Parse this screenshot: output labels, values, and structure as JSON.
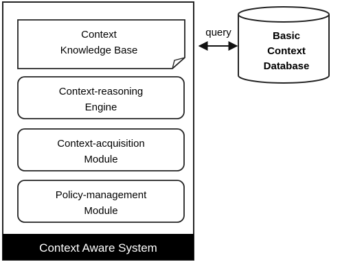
{
  "system": {
    "label": "Context Aware System",
    "modules": {
      "knowledge_base": {
        "line1": "Context",
        "line2": "Knowledge Base"
      },
      "reasoning": {
        "line1": "Context-reasoning",
        "line2": "Engine"
      },
      "acquisition": {
        "line1": "Context-acquisition",
        "line2": "Module"
      },
      "policy": {
        "line1": "Policy-management",
        "line2": "Module"
      }
    }
  },
  "connector": {
    "label": "query"
  },
  "database": {
    "line1": "Basic",
    "line2": "Context",
    "line3": "Database"
  },
  "colors": {
    "ink": "#111111",
    "panel_fill": "#ffffff",
    "label_bar": "#000000",
    "label_text": "#ffffff"
  }
}
